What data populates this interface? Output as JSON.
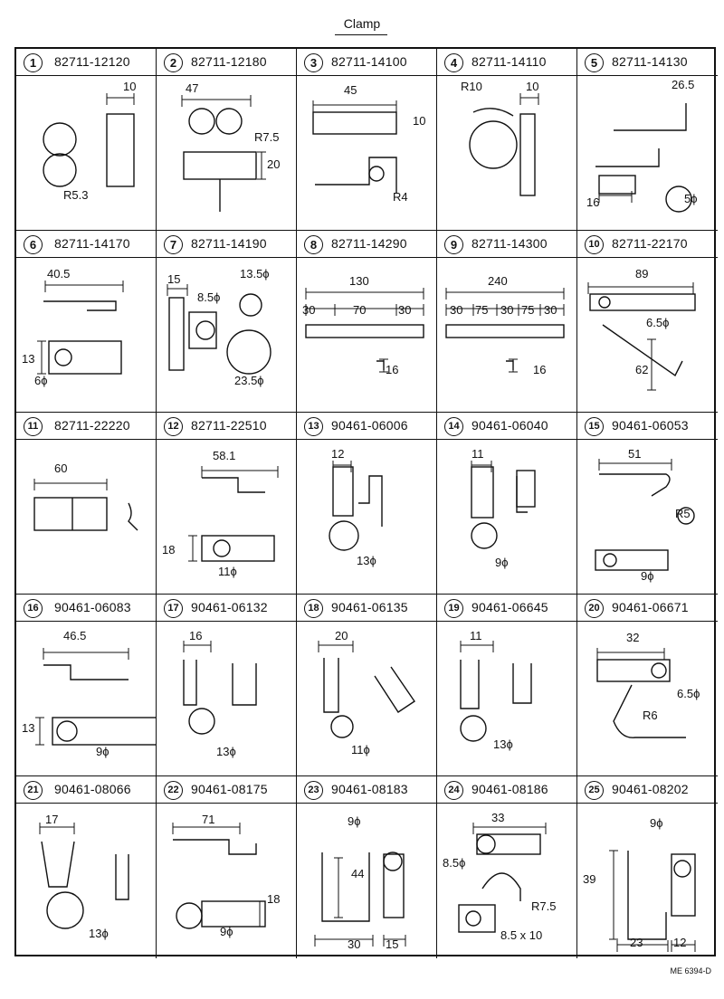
{
  "title": "Clamp",
  "footer_code": "ME 6394-D",
  "items": [
    {
      "num": "1",
      "part": "82711-12120",
      "dims": [
        "10",
        "R5.3"
      ]
    },
    {
      "num": "2",
      "part": "82711-12180",
      "dims": [
        "47",
        "R7.5",
        "20"
      ]
    },
    {
      "num": "3",
      "part": "82711-14100",
      "dims": [
        "45",
        "10",
        "R4"
      ]
    },
    {
      "num": "4",
      "part": "82711-14110",
      "dims": [
        "R10",
        "10"
      ]
    },
    {
      "num": "5",
      "part": "82711-14130",
      "dims": [
        "26.5",
        "16",
        "5ϕ"
      ]
    },
    {
      "num": "6",
      "part": "82711-14170",
      "dims": [
        "40.5",
        "13",
        "6ϕ"
      ]
    },
    {
      "num": "7",
      "part": "82711-14190",
      "dims": [
        "15",
        "8.5ϕ",
        "13.5ϕ",
        "23.5ϕ"
      ]
    },
    {
      "num": "8",
      "part": "82711-14290",
      "dims": [
        "130",
        "30",
        "70",
        "30",
        "16"
      ]
    },
    {
      "num": "9",
      "part": "82711-14300",
      "dims": [
        "240",
        "30",
        "75",
        "30",
        "75",
        "30",
        "16"
      ]
    },
    {
      "num": "10",
      "part": "82711-22170",
      "dims": [
        "89",
        "6.5ϕ",
        "62"
      ]
    },
    {
      "num": "11",
      "part": "82711-22220",
      "dims": [
        "60"
      ]
    },
    {
      "num": "12",
      "part": "82711-22510",
      "dims": [
        "58.1",
        "18",
        "11ϕ"
      ]
    },
    {
      "num": "13",
      "part": "90461-06006",
      "dims": [
        "12",
        "13ϕ"
      ]
    },
    {
      "num": "14",
      "part": "90461-06040",
      "dims": [
        "11",
        "9ϕ"
      ]
    },
    {
      "num": "15",
      "part": "90461-06053",
      "dims": [
        "51",
        "R5",
        "9ϕ"
      ]
    },
    {
      "num": "16",
      "part": "90461-06083",
      "dims": [
        "46.5",
        "13",
        "9ϕ"
      ]
    },
    {
      "num": "17",
      "part": "90461-06132",
      "dims": [
        "16",
        "13ϕ"
      ]
    },
    {
      "num": "18",
      "part": "90461-06135",
      "dims": [
        "20",
        "11ϕ"
      ]
    },
    {
      "num": "19",
      "part": "90461-06645",
      "dims": [
        "11",
        "13ϕ"
      ]
    },
    {
      "num": "20",
      "part": "90461-06671",
      "dims": [
        "32",
        "6.5ϕ",
        "R6"
      ]
    },
    {
      "num": "21",
      "part": "90461-08066",
      "dims": [
        "17",
        "13ϕ"
      ]
    },
    {
      "num": "22",
      "part": "90461-08175",
      "dims": [
        "71",
        "18",
        "9ϕ"
      ]
    },
    {
      "num": "23",
      "part": "90461-08183",
      "dims": [
        "9ϕ",
        "44",
        "30",
        "15"
      ]
    },
    {
      "num": "24",
      "part": "90461-08186",
      "dims": [
        "33",
        "8.5ϕ",
        "R7.5",
        "8.5 x 10"
      ]
    },
    {
      "num": "25",
      "part": "90461-08202",
      "dims": [
        "9ϕ",
        "39",
        "23",
        "12"
      ]
    }
  ]
}
